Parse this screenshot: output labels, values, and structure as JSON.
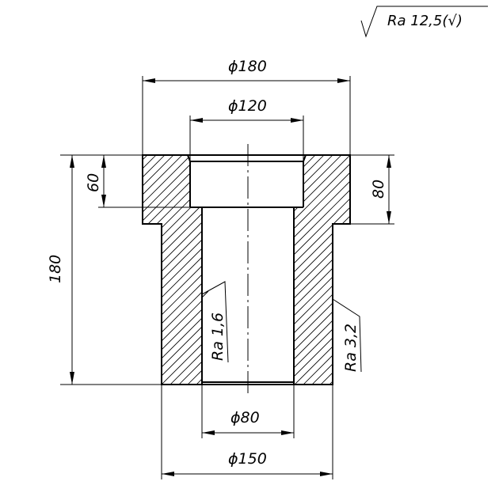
{
  "title_block": {
    "general_roughness": "Ra 12,5(√)"
  },
  "dimensions": {
    "outer_top_diameter": "ϕ180",
    "bore_top_diameter": "ϕ120",
    "top_bore_depth": "60",
    "flange_height": "80",
    "overall_height": "180",
    "bore_diameter": "ϕ80",
    "outer_lower_diameter": "ϕ150"
  },
  "surface_finish": {
    "bore": "Ra 1,6",
    "outer": "Ra 3,2"
  },
  "colors": {
    "line": "#000000",
    "background": "#ffffff"
  }
}
